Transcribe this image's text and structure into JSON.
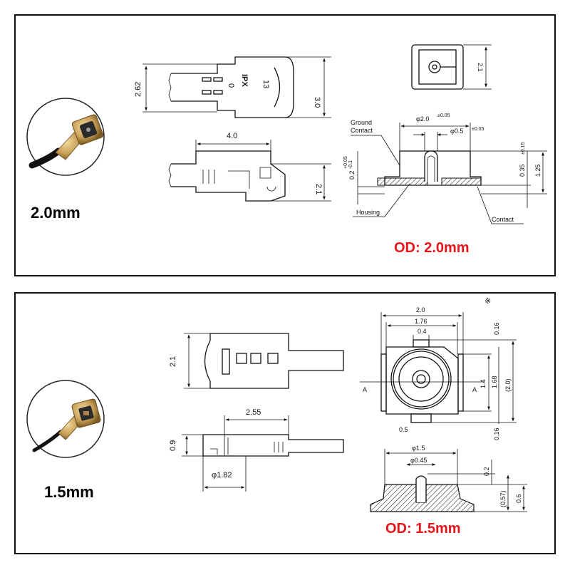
{
  "colors": {
    "od_label": "#e8141b",
    "border": "#111111",
    "gold": "#c9a15a"
  },
  "panel_top": {
    "size_label": "2.0mm",
    "side_view": {
      "height_left": "2.62",
      "marking_number": "13",
      "marking_brand": "IPX",
      "marking_zero": "0",
      "height_right": "3.0"
    },
    "front_view": {
      "length": "4.0",
      "height": "2.1"
    },
    "receptacle_top": {
      "height": "2.1"
    },
    "section": {
      "ground_contact_line1": "Ground",
      "ground_contact_line2": "Contact",
      "outer_diameter": "φ2.0",
      "outer_tol": "±0.05",
      "pin_diameter": "φ0.5",
      "pin_tol": "±0.05",
      "base_height": "0.2",
      "base_tol_plus": "+0.05",
      "base_tol_minus": "-0.1",
      "mid_height": "0.35",
      "mid_tol": "±0.15",
      "total_height": "1.25",
      "housing_label": "Housing",
      "contact_label": "Contact"
    },
    "od_label": "OD: 2.0mm"
  },
  "panel_bottom": {
    "size_label": "1.5mm",
    "side_view": {
      "height": "2.1"
    },
    "front_view": {
      "length": "2.55",
      "height": "0.9",
      "diameter": "φ1.82"
    },
    "receptacle_top": {
      "note_mark": "※",
      "width_outer": "2.0",
      "width_inner": "1.76",
      "tab_width": "0.4",
      "top_margin": "0.16",
      "bottom_margin": "0.16",
      "h1": "1.4",
      "h2": "1.68",
      "h3": "(2.0)",
      "section_left": "A",
      "section_right": "A",
      "bottom_tab": "0.5"
    },
    "section": {
      "outer_diameter": "φ1.5",
      "pin_diameter": "φ0.45",
      "top_height": "0.2",
      "ref_height": "(0.57)",
      "total_height": "0.6"
    },
    "od_label": "OD: 1.5mm"
  }
}
